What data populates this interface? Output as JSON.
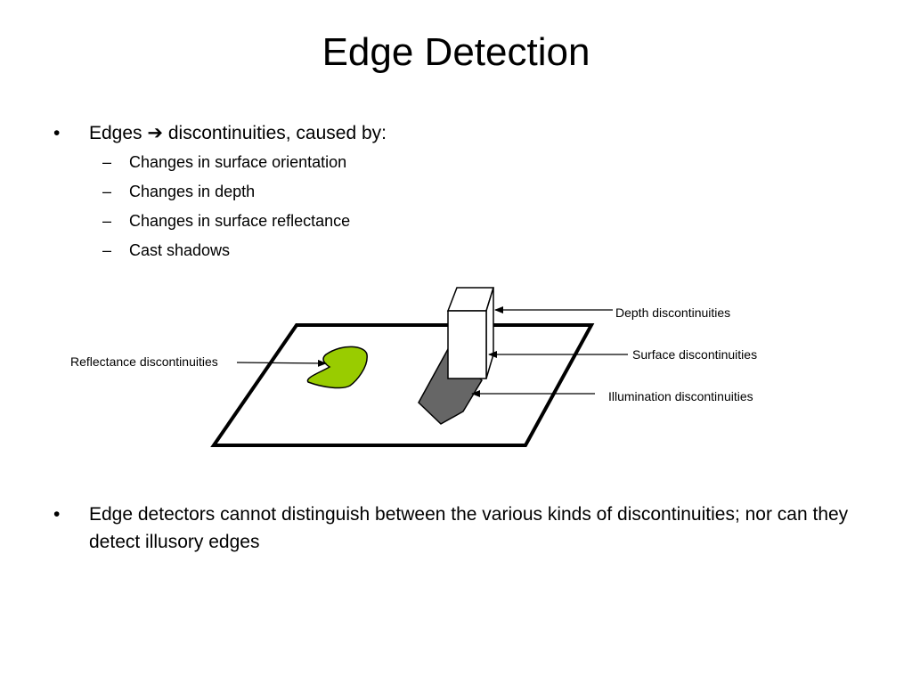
{
  "slide": {
    "title": "Edge Detection",
    "bullets": [
      {
        "marker": "•",
        "text_before": "Edges",
        "arrow_icon": "right-arrow-icon",
        "arrow_glyph": "➔",
        "text_after": "discontinuities, caused by:",
        "sub_items": [
          {
            "marker": "–",
            "text": "Changes in surface orientation"
          },
          {
            "marker": "–",
            "text": "Changes in depth"
          },
          {
            "marker": "–",
            "text": "Changes in surface reflectance"
          },
          {
            "marker": "–",
            "text": "Cast shadows"
          }
        ]
      },
      {
        "marker": "•",
        "text": "Edge detectors cannot distinguish between the various kinds of discontinuities; nor can they detect illusory edges"
      }
    ]
  },
  "diagram": {
    "labels": {
      "reflectance": "Reflectance discontinuities",
      "depth": "Depth discontinuities",
      "surface": "Surface discontinuities",
      "illumination": "Illumination discontinuities"
    },
    "colors": {
      "patch": "#99cc00",
      "shadow": "#666666",
      "box_face": "#ffffff",
      "stroke": "#000000"
    }
  }
}
